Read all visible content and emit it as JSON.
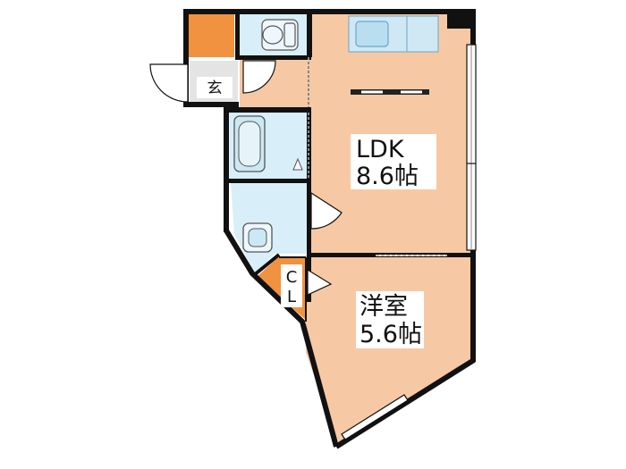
{
  "rooms": {
    "ldk": {
      "name": "LDK",
      "size": "8.6帖"
    },
    "western": {
      "name": "洋室",
      "size": "5.6帖"
    },
    "entrance": {
      "name": "玄"
    },
    "closet": {
      "line1": "C",
      "line2": "L"
    }
  },
  "colors": {
    "room_fill": "#f6c9a4",
    "wet_fill": "#d8eef8",
    "wall": "#111111",
    "storage_fill": "#f0923f",
    "label_bg": "#ffffff"
  }
}
